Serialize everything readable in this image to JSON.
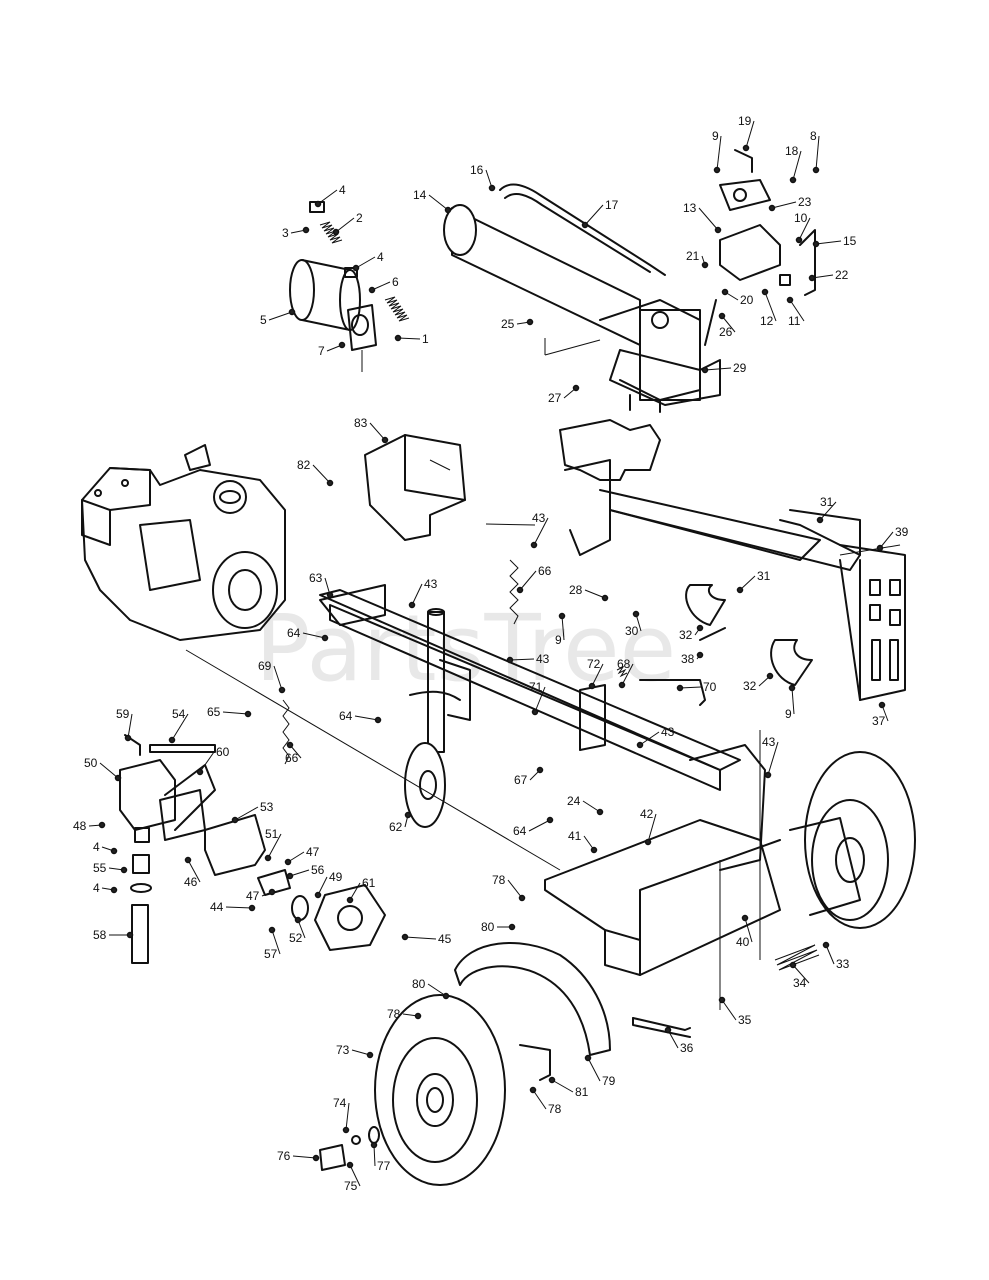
{
  "watermark": "PartsTree",
  "callouts": [
    "1",
    "2",
    "3",
    "4",
    "5",
    "6",
    "7",
    "8",
    "9",
    "10",
    "11",
    "12",
    "13",
    "14",
    "15",
    "16",
    "17",
    "18",
    "19",
    "20",
    "21",
    "22",
    "23",
    "24",
    "25",
    "26",
    "27",
    "28",
    "29",
    "30",
    "31",
    "32",
    "33",
    "34",
    "35",
    "36",
    "37",
    "38",
    "39",
    "40",
    "41",
    "42",
    "43",
    "44",
    "45",
    "46",
    "47",
    "48",
    "49",
    "50",
    "51",
    "52",
    "53",
    "54",
    "55",
    "56",
    "57",
    "58",
    "59",
    "60",
    "61",
    "62",
    "63",
    "64",
    "65",
    "66",
    "67",
    "68",
    "69",
    "70",
    "71",
    "72",
    "73",
    "74",
    "75",
    "76",
    "77",
    "78",
    "79",
    "80",
    "81",
    "82",
    "83"
  ]
}
